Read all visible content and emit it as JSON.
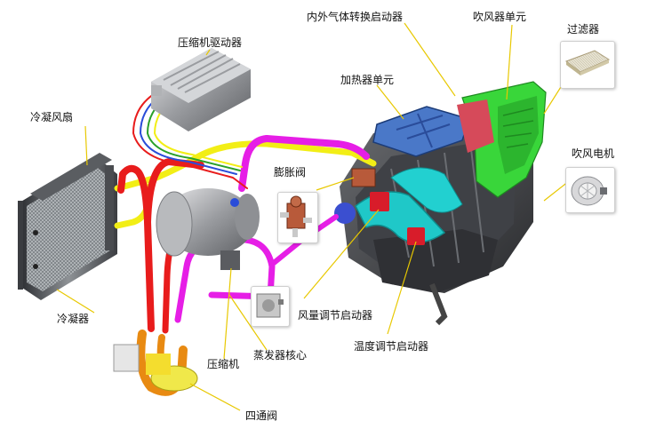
{
  "labels": {
    "compressor_driver": "压缩机驱动器",
    "condenser_fan": "冷凝风扇",
    "condenser": "冷凝器",
    "recirc_actuator": "内外气体转换启动器",
    "blower_unit": "吹风器单元",
    "filter": "过滤器",
    "heater_unit": "加热器单元",
    "blower_motor": "吹风电机",
    "expansion_valve": "膨胀阀",
    "air_volume_actuator": "风量调节启动器",
    "temp_actuator": "温度调节启动器",
    "compressor": "压缩机",
    "evaporator_core": "蒸发器核心",
    "four_way_valve": "四通阀"
  },
  "colors": {
    "refrigerant_pipe_magenta": "#e61ee6",
    "refrigerant_pipe_red": "#e81c1c",
    "refrigerant_pipe_yellow": "#f2ee16",
    "refrigerant_pipe_orange": "#e88a12",
    "hvac_cyan": "#1fc8c8",
    "hvac_green": "#39d63a",
    "hvac_blue": "#4a78c8",
    "leader_line_yellow": "#e8c800"
  }
}
